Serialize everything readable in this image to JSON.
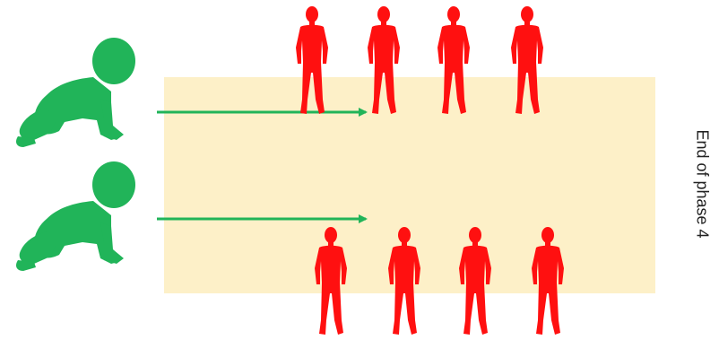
{
  "diagram": {
    "phase_label": "End of phase 4",
    "colors": {
      "band": "#fdf0c8",
      "baby": "#21b459",
      "arrow": "#21b459",
      "person": "#ff1010"
    },
    "icons": {
      "baby": "crawling-baby-icon",
      "person": "walking-person-icon",
      "arrow": "right-arrow-icon"
    },
    "lanes": [
      {
        "babies": 1,
        "adults": 4
      },
      {
        "babies": 1,
        "adults": 4
      }
    ]
  }
}
